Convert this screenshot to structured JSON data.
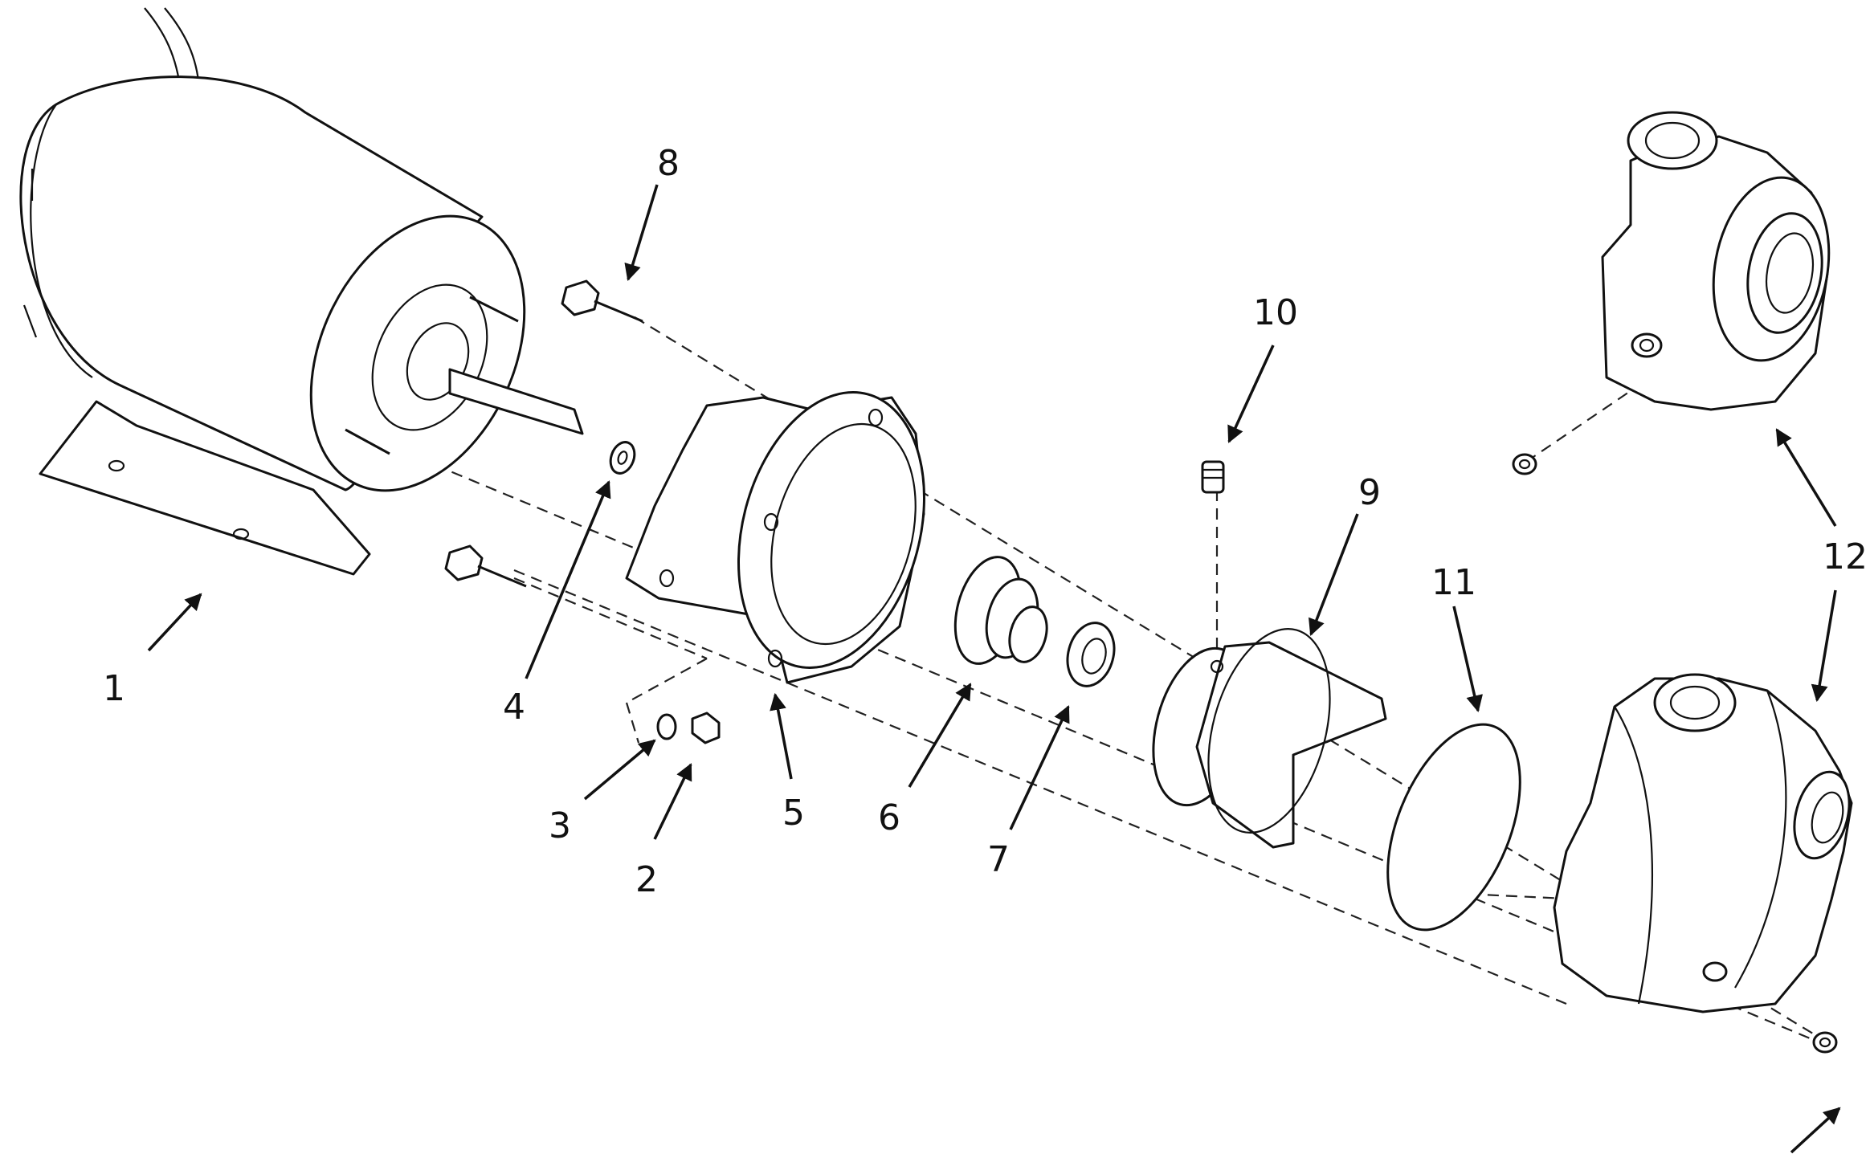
{
  "labels": {
    "1": "1",
    "2": "2",
    "3": "3",
    "4": "4",
    "5": "5",
    "6": "6",
    "7": "7",
    "8": "8",
    "9": "9",
    "10": "10",
    "11": "11",
    "12": "12"
  }
}
